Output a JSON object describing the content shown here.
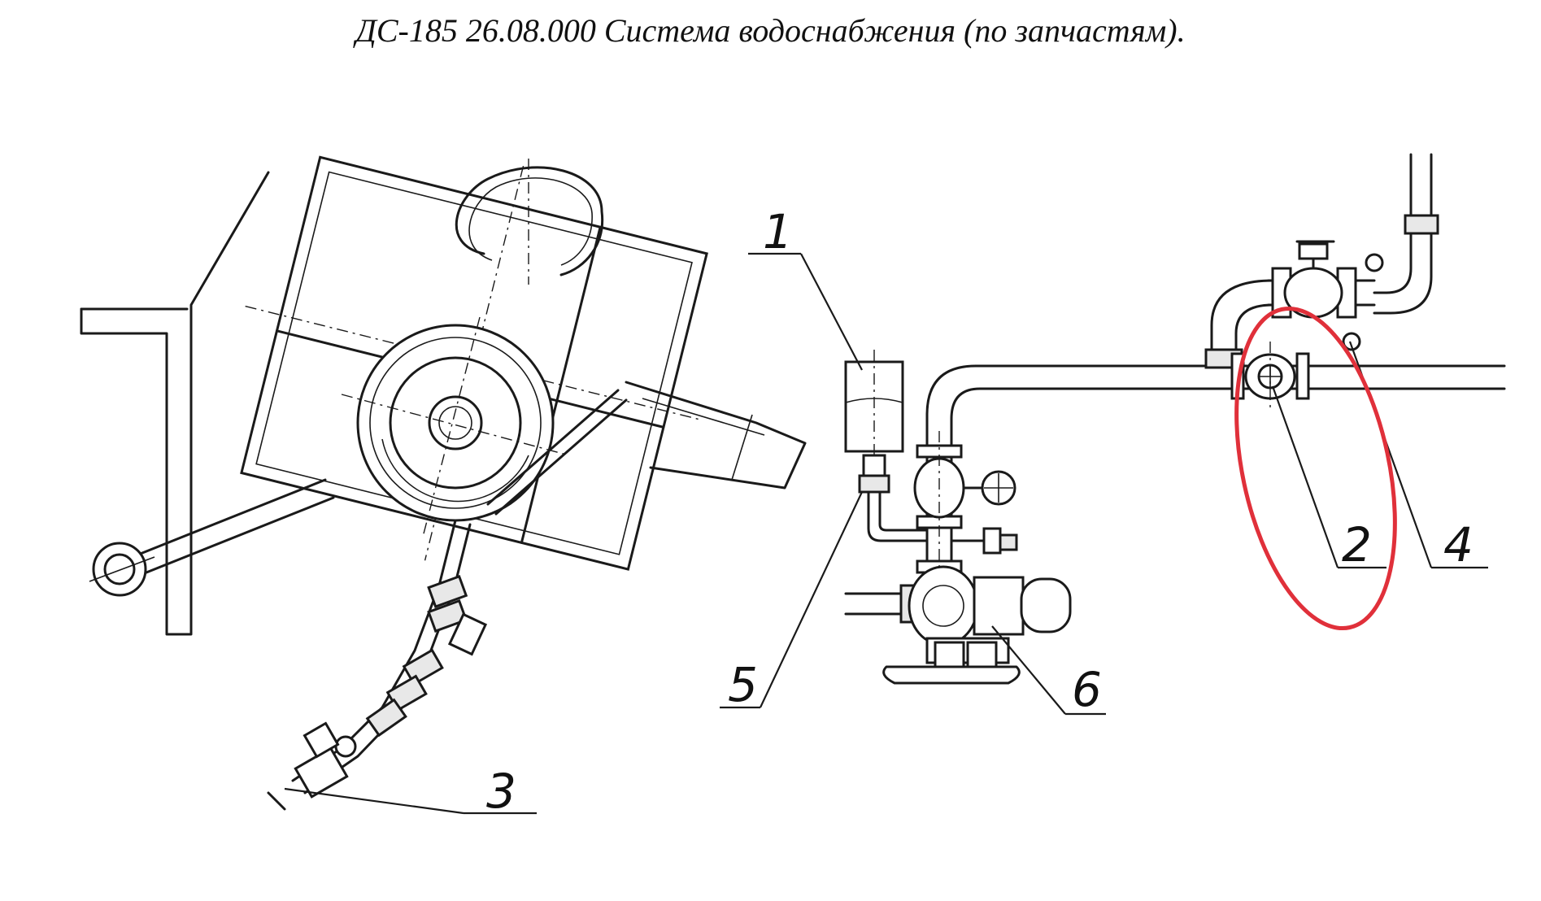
{
  "title": "ДС-185 26.08.000 Система водоснабжения (по запчастям).",
  "callouts": [
    {
      "id": "1",
      "label": "1"
    },
    {
      "id": "2",
      "label": "2"
    },
    {
      "id": "3",
      "label": "3"
    },
    {
      "id": "4",
      "label": "4"
    },
    {
      "id": "5",
      "label": "5"
    },
    {
      "id": "6",
      "label": "6"
    }
  ],
  "highlight_color": "#e0303a",
  "line_color": "#1a1a1a"
}
